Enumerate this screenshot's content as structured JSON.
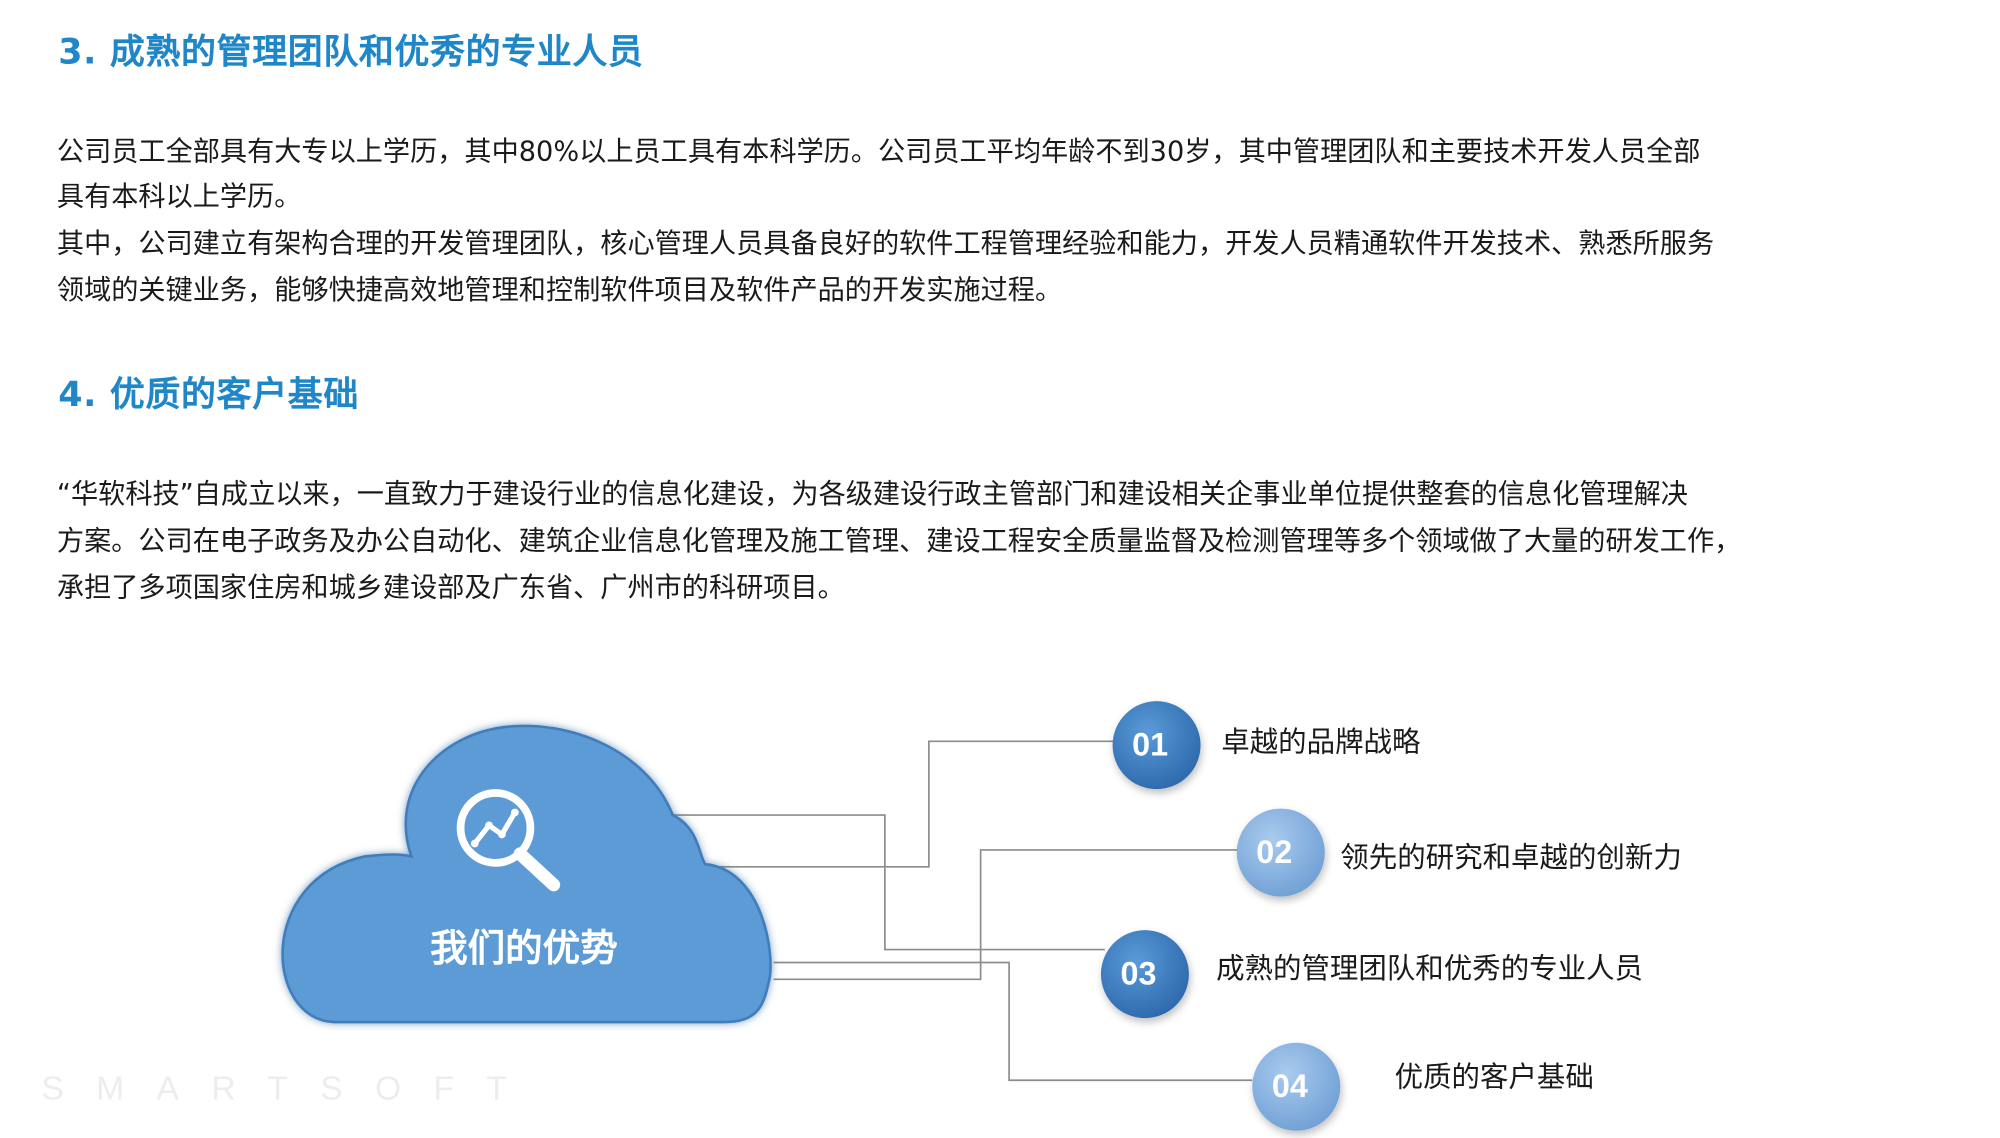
{
  "sections": [
    {
      "heading": "3. 成熟的管理团队和优秀的专业人员",
      "lines": [
        "公司员工全部具有大专以上学历，其中80%以上员工具有本科学历。公司员工平均年龄不到30岁，其中管理团队和主要技术开发人员全部",
        "具有本科以上学历。",
        "其中，公司建立有架构合理的开发管理团队，核心管理人员具备良好的软件工程管理经验和能力，开发人员精通软件开发技术、熟悉所服务",
        "领域的关键业务，能够快捷高效地管理和控制软件项目及软件产品的开发实施过程。"
      ]
    },
    {
      "heading": "4. 优质的客户基础",
      "lines": [
        "“华软科技”自成立以来，一直致力于建设行业的信息化建设，为各级建设行政主管部门和建设相关企事业单位提供整套的信息化管理解决",
        "方案。公司在电子政务及办公自动化、建筑企业信息化管理及施工管理、建设工程安全质量监督及检测管理等多个领域做了大量的研发工作，",
        "承担了多项国家住房和城乡建设部及广东省、广州市的科研项目。"
      ]
    }
  ],
  "advantages": {
    "title": "我们的优势",
    "icon": "magnifier-chart-icon",
    "items": [
      {
        "number": "01",
        "label": "卓越的品牌战略",
        "color": "#3d7ec3"
      },
      {
        "number": "02",
        "label": "领先的研究和卓越的创新力",
        "color": "#8db7e2"
      },
      {
        "number": "03",
        "label": "成熟的管理团队和优秀的专业人员",
        "color": "#3d7ec3"
      },
      {
        "number": "04",
        "label": "优质的客户基础",
        "color": "#8db7e2"
      }
    ]
  },
  "watermark": "SMARTSOFT",
  "colors": {
    "heading": "#1f86c8",
    "cloud": "#5b9bd5",
    "connector": "#8c8c8c"
  }
}
